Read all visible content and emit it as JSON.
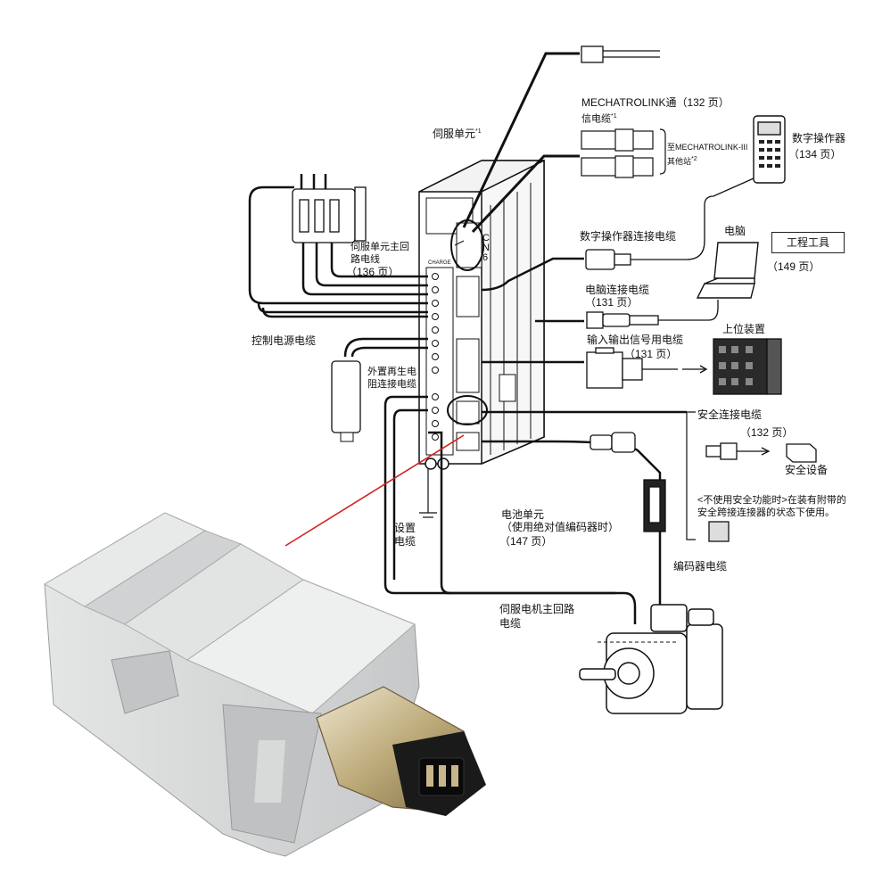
{
  "labels": {
    "servo_unit": "伺服单元",
    "servo_unit_note": "*1",
    "mechatrolink_title": "MECHATROLINK通（132 页）",
    "mechatrolink_sub": "信电缆",
    "mechatrolink_sub_note": "*1",
    "to_mechatrolink_1": "至MECHATROLINK-III",
    "to_mechatrolink_2": "其他站",
    "to_mechatrolink_note": "*2",
    "digital_operator": "数字操作器",
    "digital_operator_page": "（134 页）",
    "digital_operator_cable": "数字操作器连接电缆",
    "computer": "电脑",
    "engineering_tool": "工程工具",
    "engineering_tool_page": "（149 页）",
    "pc_cable": "电脑连接电缆",
    "pc_cable_page": "（131 页）",
    "io_cable": "输入输出信号用电缆",
    "io_cable_page": "（131 页）",
    "host_device": "上位装置",
    "safety_cable": "安全连接电缆",
    "safety_cable_page": "（132 页）",
    "safety_device": "安全设备",
    "safety_note_1": "<不使用安全功能时>在装有附带的",
    "safety_note_2": "安全跨接连接器的状态下使用。",
    "main_circuit_1": "伺服单元主回",
    "main_circuit_2": "路电线",
    "main_circuit_page": "（136 页）",
    "control_power": "控制电源电缆",
    "regen_1": "外置再生电",
    "regen_2": "阻连接电缆",
    "setup_cable_1": "设置",
    "setup_cable_2": "电缆",
    "battery_1": "电池单元",
    "battery_2": "（使用绝对值编码器时）",
    "battery_page": "（147 页）",
    "encoder_cable": "编码器电缆",
    "motor_cable_1": "伺服电机主回路",
    "motor_cable_2": "电缆",
    "cn6": "CN6",
    "charge": "CHARGE"
  },
  "colors": {
    "line": "#111111",
    "callout": "#d42020",
    "connector_body": "#d6d8d8",
    "connector_shadow": "#a9abac",
    "metal": "#c8b890",
    "plug_face": "#1a1a1a"
  }
}
